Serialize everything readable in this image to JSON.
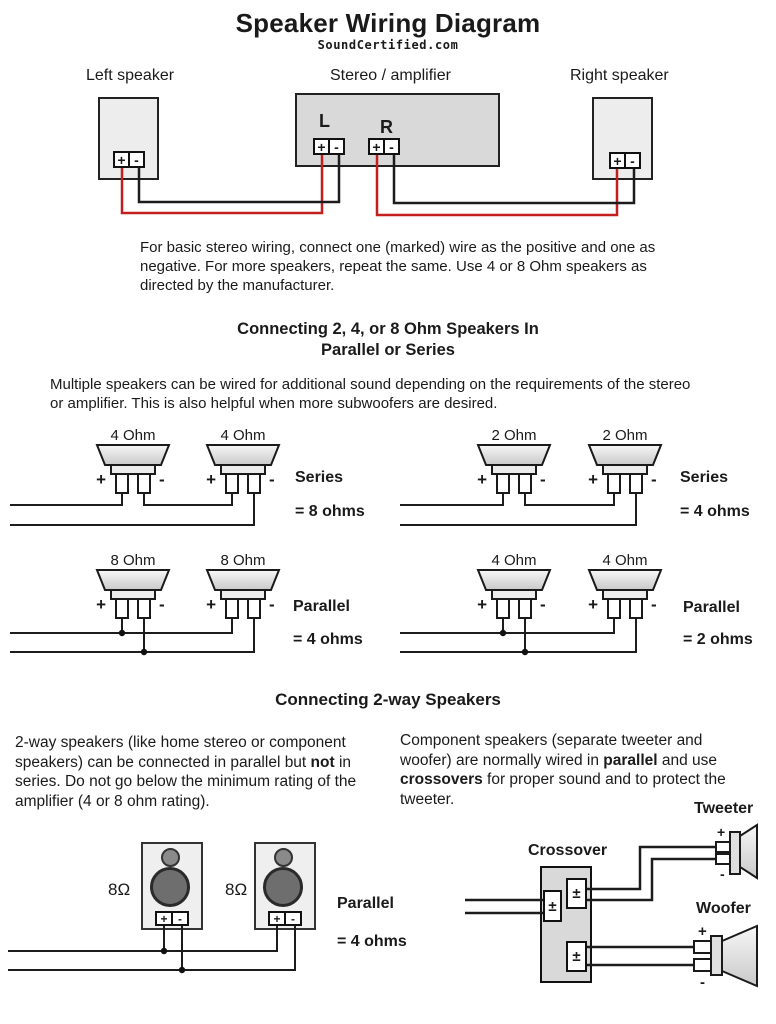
{
  "symbols": {
    "plus": "+",
    "minus": "-",
    "plus_minus": "±"
  },
  "header": {
    "title": "Speaker Wiring Diagram",
    "subtitle": "SoundCertified.com"
  },
  "top_diagram": {
    "left_speaker_label": "Left speaker",
    "amp_label": "Stereo / amplifier",
    "right_speaker_label": "Right speaker",
    "left_channel": "L",
    "right_channel": "R"
  },
  "intro_paragraph": "For basic stereo wiring, connect one (marked) wire as the positive and one as negative. For more speakers, repeat the same. Use 4 or 8 Ohm speakers as directed by the manufacturer.",
  "section1": {
    "heading_line1": "Connecting 2, 4, or 8 Ohm Speakers In",
    "heading_line2": "Parallel or Series",
    "description": "Multiple speakers can be wired for additional sound depending on the requirements of the stereo or amplifier. This is also helpful when more subwoofers are desired.",
    "series_left": {
      "speaker1": "4 Ohm",
      "speaker2": "4 Ohm",
      "mode": "Series",
      "result": "= 8 ohms"
    },
    "series_right": {
      "speaker1": "2 Ohm",
      "speaker2": "2 Ohm",
      "mode": "Series",
      "result": "= 4 ohms"
    },
    "parallel_left": {
      "speaker1": "8 Ohm",
      "speaker2": "8 Ohm",
      "mode": "Parallel",
      "result": "= 4 ohms"
    },
    "parallel_right": {
      "speaker1": "4 Ohm",
      "speaker2": "4 Ohm",
      "mode": "Parallel",
      "result": "= 2 ohms"
    }
  },
  "section2": {
    "heading": "Connecting 2-way Speakers",
    "left_paragraph": [
      {
        "text": "2-way speakers (like home stereo or component speakers) can be connected in parallel but ",
        "bold": false
      },
      {
        "text": "not",
        "bold": true
      },
      {
        "text": " in series. Do not go below the minimum rating of the amplifier (4 or 8 ohm rating).",
        "bold": false
      }
    ],
    "right_paragraph": [
      {
        "text": "Component speakers (separate tweeter and woofer) are normally wired in ",
        "bold": false
      },
      {
        "text": "parallel",
        "bold": true
      },
      {
        "text": " and use ",
        "bold": false
      },
      {
        "text": "crossovers",
        "bold": true
      },
      {
        "text": " for proper sound and to protect the tweeter.",
        "bold": false
      }
    ],
    "parallel_diagram": {
      "impedance1": "8Ω",
      "impedance2": "8Ω",
      "mode": "Parallel",
      "result": "= 4 ohms"
    },
    "crossover_diagram": {
      "crossover_label": "Crossover",
      "tweeter_label": "Tweeter",
      "woofer_label": "Woofer"
    }
  },
  "colors": {
    "wire_red": "#c41f1f",
    "wire_black": "#1c1c1c",
    "speaker_fill": "#ededed",
    "amp_fill": "#d9d9d9"
  }
}
